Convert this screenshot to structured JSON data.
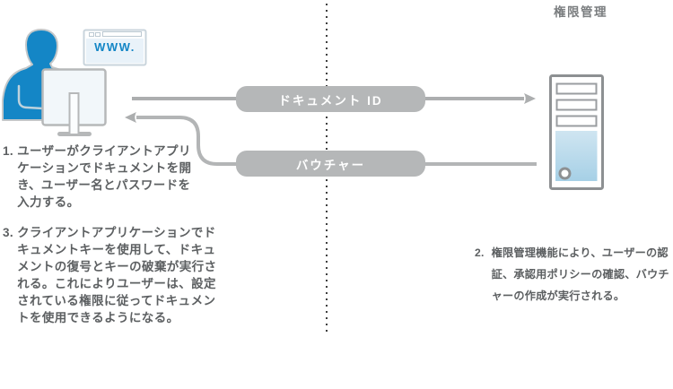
{
  "diagram": {
    "server_title": "権限管理",
    "browser": {
      "label": "WWW."
    },
    "flows": {
      "document_id": "ドキュメント ID",
      "voucher": "バウチャー"
    },
    "steps": {
      "one": {
        "num": "1.",
        "text": "ユーザーがクライアントアプリ\nケーションでドキュメントを開\nき、ユーザー名とパスワードを\n入力する。"
      },
      "two": {
        "num": "2.",
        "text": "権限管理機能により、ユーザーの認\n証、承認用ポリシーの確認、バウチ\nャーの作成が実行される。"
      },
      "three": {
        "num": "3.",
        "text": "クライアントアプリケーションでド\nキュメントキーを使用して、ドキュ\nメントの復号とキーの破棄が実行さ\nれる。これによりユーザーは、設定\nされている権限に従ってドキュメン\nトを使用できるようになる。"
      }
    },
    "icons": {
      "user": "user-icon",
      "monitor": "monitor-icon",
      "browser": "browser-window-icon",
      "server": "server-icon"
    },
    "colors": {
      "accent_blue": "#1486c6",
      "server_fill_blue_top": "#cfe5f1",
      "server_fill_blue_bottom": "#a6d0e6",
      "arrow_gray": "#acaeaf",
      "pill_gray": "#b5b7b8",
      "text_gray": "#5d6062",
      "dot_color": "#3f3f3f"
    }
  }
}
